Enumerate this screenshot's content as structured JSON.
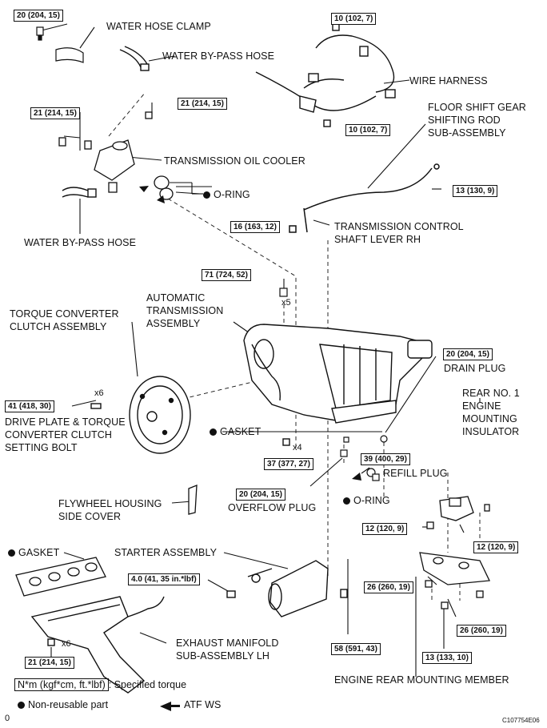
{
  "labels": {
    "water_hose_clamp": "WATER HOSE CLAMP",
    "water_bypass_hose_top": "WATER BY-PASS HOSE",
    "wire_harness": "WIRE HARNESS",
    "floor_shift_1": "FLOOR SHIFT GEAR",
    "floor_shift_2": "SHIFTING ROD",
    "floor_shift_3": "SUB-ASSEMBLY",
    "trans_oil_cooler": "TRANSMISSION OIL COOLER",
    "o_ring_1": "O-RING",
    "water_bypass_hose_left": "WATER BY-PASS HOSE",
    "tcsl_1": "TRANSMISSION CONTROL",
    "tcsl_2": "SHAFT LEVER RH",
    "auto_trans_1": "AUTOMATIC",
    "auto_trans_2": "TRANSMISSION",
    "auto_trans_3": "ASSEMBLY",
    "torque_conv_1": "TORQUE CONVERTER",
    "torque_conv_2": "CLUTCH ASSEMBLY",
    "drain_plug": "DRAIN PLUG",
    "rear_no1_1": "REAR NO. 1",
    "rear_no1_2": "ENGINE",
    "rear_no1_3": "MOUNTING",
    "rear_no1_4": "INSULATOR",
    "drive_plate_1": "DRIVE PLATE & TORQUE",
    "drive_plate_2": "CONVERTER CLUTCH",
    "drive_plate_3": "SETTING BOLT",
    "gasket_1": "GASKET",
    "refill_plug": "REFILL PLUG",
    "o_ring_2": "O-RING",
    "flywheel_1": "FLYWHEEL HOUSING",
    "flywheel_2": "SIDE COVER",
    "overflow_plug": "OVERFLOW PLUG",
    "gasket_2": "GASKET",
    "starter": "STARTER ASSEMBLY",
    "exhaust_1": "EXHAUST MANIFOLD",
    "exhaust_2": "SUB-ASSEMBLY LH",
    "engine_rear_member": "ENGINE REAR MOUNTING MEMBER"
  },
  "torques": {
    "t_20_a": "20 (204, 15)",
    "t_10_a": "10 (102, 7)",
    "t_21_a": "21 (214, 15)",
    "t_21_b": "21 (214, 15)",
    "t_10_b": "10 (102, 7)",
    "t_13_a": "13 (130, 9)",
    "t_16": "16 (163, 12)",
    "t_71": "71 (724, 52)",
    "t_20_b": "20 (204, 15)",
    "t_41": "41 (418, 30)",
    "t_37": "37 (377, 27)",
    "t_39": "39 (400, 29)",
    "t_20_c": "20 (204, 15)",
    "t_12_a": "12 (120, 9)",
    "t_12_b": "12 (120, 9)",
    "t_4": "4.0 (41, 35 in.*lbf)",
    "t_26_a": "26 (260, 19)",
    "t_26_b": "26 (260, 19)",
    "t_58": "58 (591, 43)",
    "t_21_c": "21 (214, 15)",
    "t_13_b": "13 (133, 10)"
  },
  "multipliers": {
    "x5": "x5",
    "x6_a": "x6",
    "x4": "x4",
    "x6_b": "x6"
  },
  "legend": {
    "torque_unit": "N*m (kgf*cm, ft.*lbf)",
    "torque_text": ": Specified torque",
    "non_reusable": "Non-reusable part",
    "atf": "ATF WS",
    "corner_left": "0",
    "code": "C107754E06"
  }
}
